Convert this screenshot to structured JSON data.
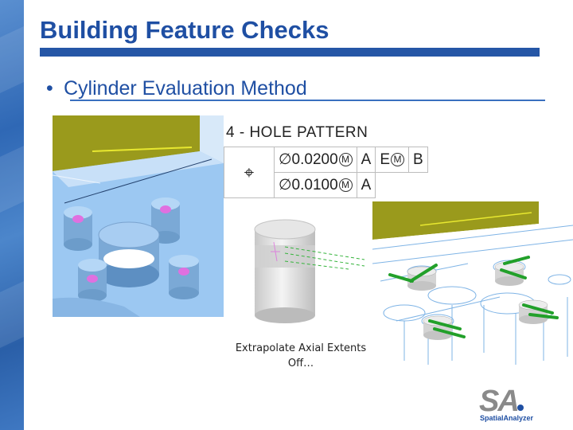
{
  "slide": {
    "title": "Building Feature Checks",
    "bullet_marker": "•",
    "bullet_text": "Cylinder Evaluation Method",
    "caption_line1": "Extrapolate Axial Extents",
    "caption_line2": "Off…"
  },
  "fcf": {
    "title": "4 - HOLE PATTERN",
    "position_symbol": "⌖",
    "rows": [
      {
        "tolerance": "∅0.0200",
        "modifier": "M",
        "datums": [
          "A",
          "E",
          "B"
        ],
        "datum_modifier": "M"
      },
      {
        "tolerance": "∅0.0100",
        "modifier": "M",
        "datums": [
          "A"
        ]
      }
    ]
  },
  "logo": {
    "mark": "SA",
    "name": "SpatialAnalyzer"
  },
  "colors": {
    "title": "#1f4fa3",
    "title_bar": "#2556a6",
    "accent_strip": "#2f68b5",
    "part_blue": "#9cc8f2",
    "part_olive": "#9a9a1c",
    "hole_pink": "#e070e0",
    "vector_green": "#22a02a"
  }
}
